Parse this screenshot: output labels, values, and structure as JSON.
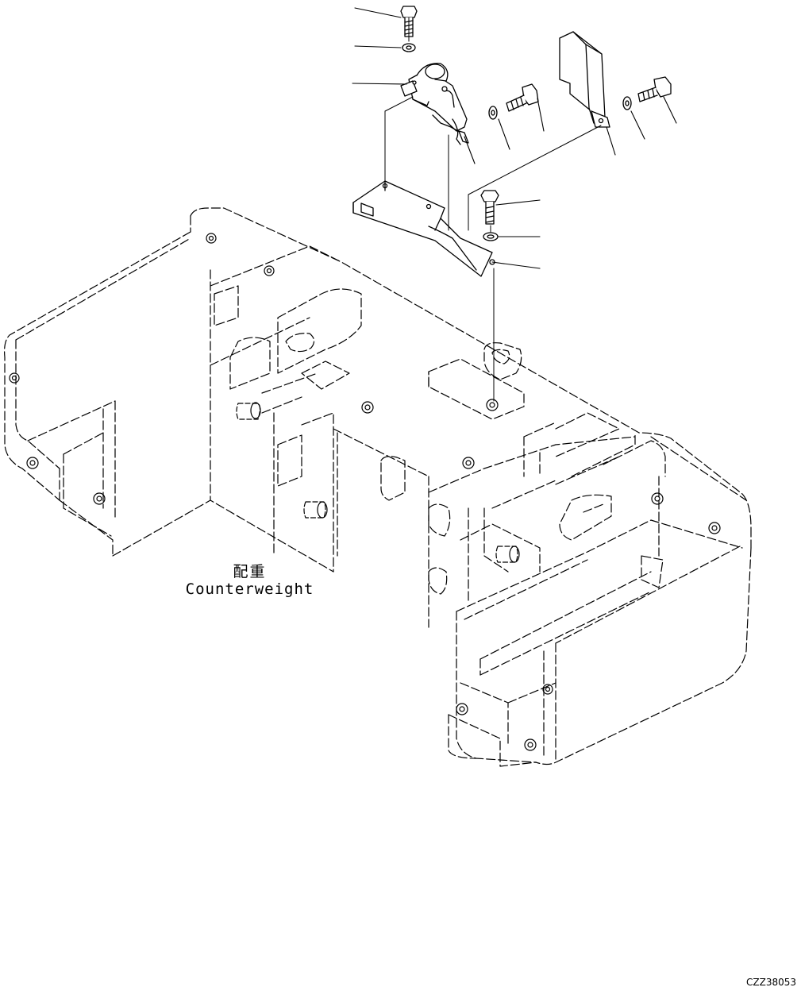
{
  "part_label": {
    "japanese": "配重",
    "english": "Counterweight"
  },
  "drawing_id": "CZZ38053",
  "colors": {
    "line": "#000000",
    "background": "#ffffff"
  }
}
